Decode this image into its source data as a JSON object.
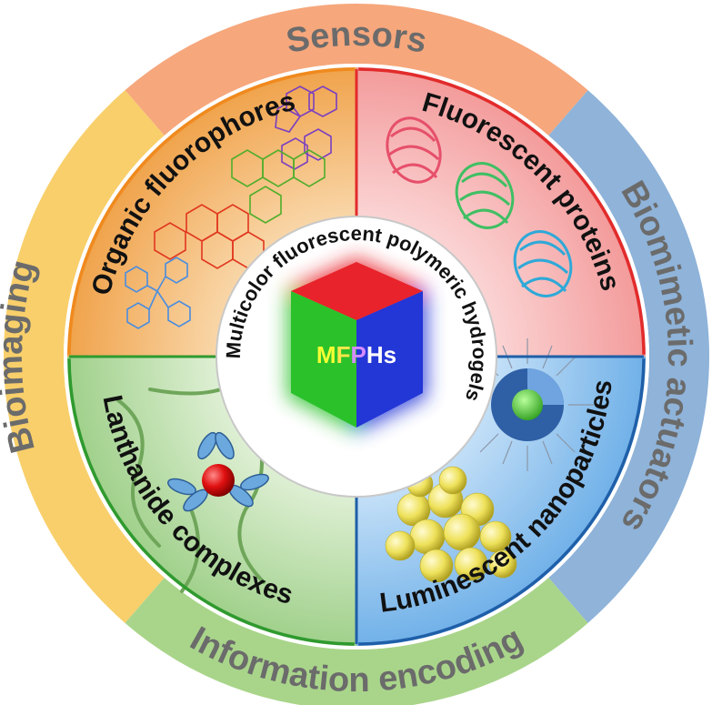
{
  "diagram": {
    "center": {
      "ring_text": "Multicolor fluorescent polymeric hydrogels",
      "cube_label": [
        "M",
        "F",
        "P",
        "Hs"
      ],
      "cube_label_colors": [
        "#f5ff33",
        "#ffe84a",
        "#d58cff",
        "#ffffff"
      ],
      "cube_face_colors": {
        "top": "#e8232b",
        "left": "#2bc12b",
        "right": "#2336d6"
      }
    },
    "outer_ring": [
      {
        "label": "Sensors",
        "color": "#f6a77c"
      },
      {
        "label": "Biomimetic actuators",
        "color": "#8fb3d9"
      },
      {
        "label": "Information encoding",
        "color": "#a9d58a"
      },
      {
        "label": "Bioimaging",
        "color": "#f8cf6a"
      }
    ],
    "quadrants": [
      {
        "label": "Organic fluorophores",
        "border": "#f08a1e",
        "fill_inner": "#fbe3bf",
        "fill_outer": "#f0a24a"
      },
      {
        "label": "Fluorescent proteins",
        "border": "#e22b2b",
        "fill_inner": "#fde2e2",
        "fill_outer": "#f39a9a"
      },
      {
        "label": "Luminescent nanoparticles",
        "border": "#1f5fa8",
        "fill_inner": "#d8ebfb",
        "fill_outer": "#6fb0e8"
      },
      {
        "label": "Lanthanide complexes",
        "border": "#2f9a2f",
        "fill_inner": "#eef7e6",
        "fill_outer": "#9fd08a"
      }
    ]
  }
}
